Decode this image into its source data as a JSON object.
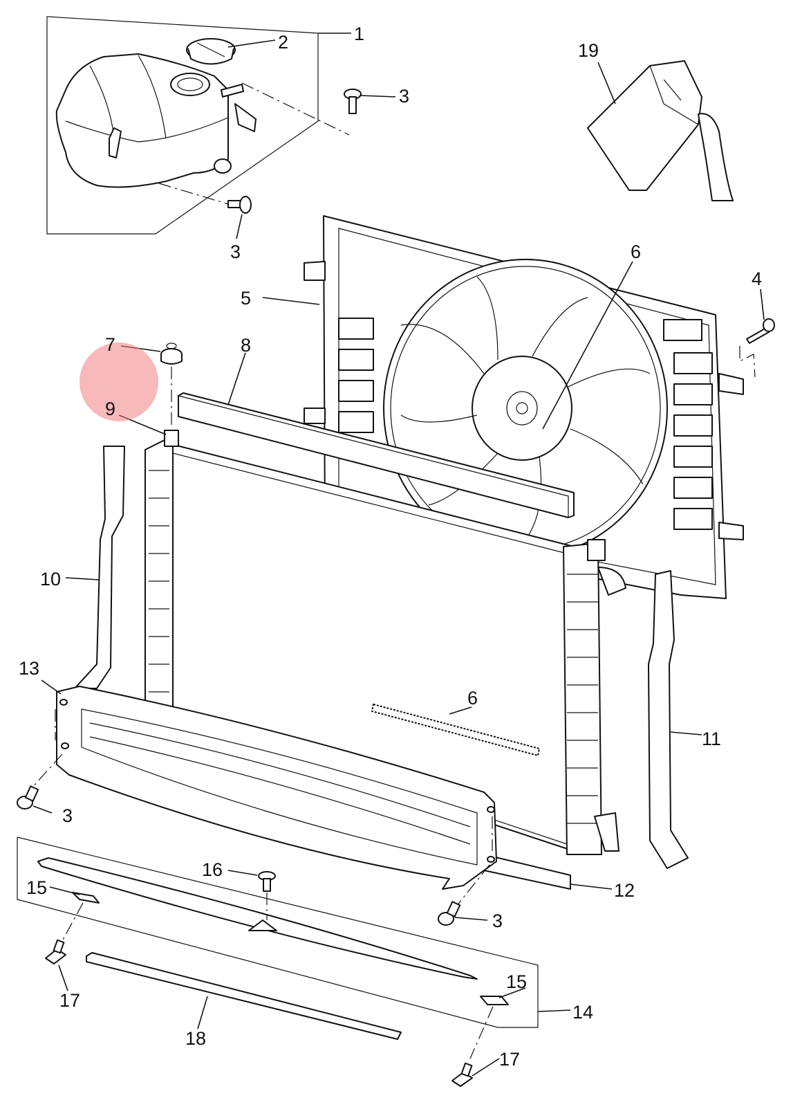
{
  "labels": {
    "l1": "1",
    "l2": "2",
    "l3a": "3",
    "l3b": "3",
    "l3c": "3",
    "l3d": "3",
    "l4": "4",
    "l5": "5",
    "l6a": "6",
    "l6b": "6",
    "l7": "7",
    "l8": "8",
    "l9": "9",
    "l10": "10",
    "l11": "11",
    "l12": "12",
    "l13": "13",
    "l14": "14",
    "l15a": "15",
    "l15b": "15",
    "l16": "16",
    "l17a": "17",
    "l17b": "17",
    "l18": "18",
    "l19": "19"
  },
  "highlight": {
    "color": "#f08080",
    "target_label": "9"
  }
}
